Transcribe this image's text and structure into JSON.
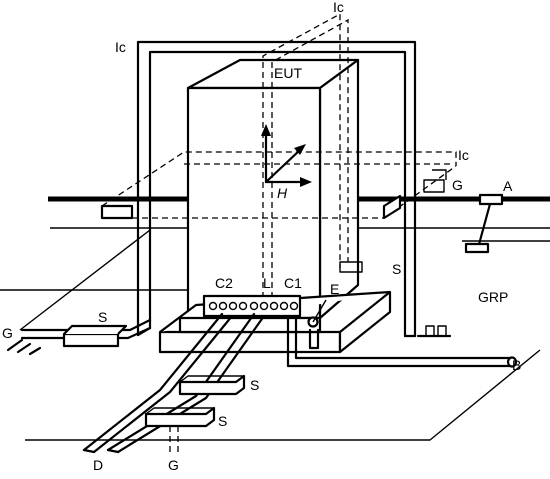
{
  "labels": {
    "eut": "EUT",
    "ic_top": "Ic",
    "ic_left": "Ic",
    "ic_right": "Ic",
    "h": "H",
    "g_right": "G",
    "a": "A",
    "s_right": "S",
    "e": "E",
    "c2": "C2",
    "l": "L",
    "c1": "C1",
    "grp": "GRP",
    "b": "B",
    "g_left": "G",
    "s_left": "S",
    "s_mid1": "S",
    "s_mid2": "S",
    "d": "D",
    "g_bottom": "G"
  }
}
